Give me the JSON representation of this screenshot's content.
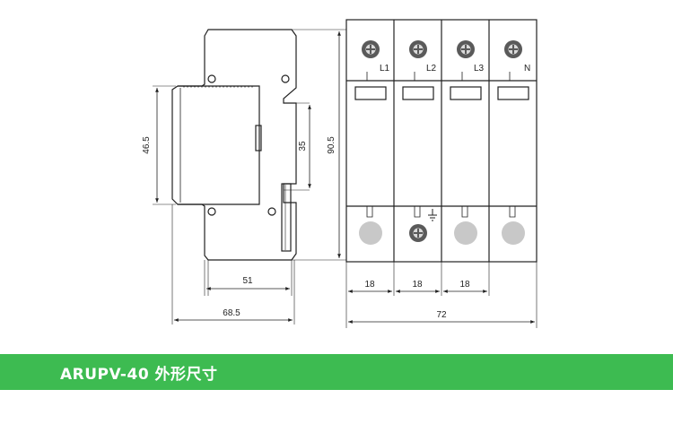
{
  "banner": {
    "title": "ARUPV-40 外形尺寸",
    "color": "#3dbb51"
  },
  "side_view": {
    "dim_width_total": "68.5",
    "dim_width_body": "51",
    "dim_height_front": "46.5",
    "dim_height_rail": "35",
    "dim_height_total": "90.5"
  },
  "front_view": {
    "poles": [
      {
        "label": "L1",
        "bottom_terminal": "grey"
      },
      {
        "label": "L2",
        "bottom_terminal": "screw-ground"
      },
      {
        "label": "L3",
        "bottom_terminal": "grey"
      },
      {
        "label": "N",
        "bottom_terminal": "grey"
      }
    ],
    "dim_pole_1": "18",
    "dim_pole_2": "18",
    "dim_pole_3": "18",
    "dim_width_total": "72"
  }
}
